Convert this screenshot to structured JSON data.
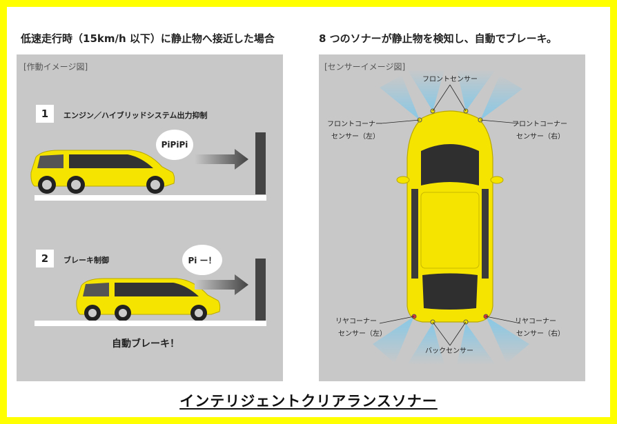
{
  "left": {
    "heading": "低速走行時（15km/h 以下）に静止物へ接近した場合",
    "panel_label": "[作動イメージ図]",
    "step1": {
      "number": "1",
      "label": "エンジン／ハイブリッドシステム出力抑制",
      "bubble": "PiPiPi"
    },
    "step2": {
      "number": "2",
      "label": "ブレーキ制御",
      "bubble": "Pi ー！"
    },
    "caption": "自動ブレーキ！"
  },
  "right": {
    "heading": "8 つのソナーが静止物を検知し、自動でブレーキ。",
    "panel_label": "[センサーイメージ図]",
    "sensors": {
      "front": "フロントセンサー",
      "front_corner_left_1": "フロントコーナー",
      "front_corner_left_2": "センサー（左）",
      "front_corner_right_1": "フロントコーナー",
      "front_corner_right_2": "センサー（右）",
      "rear_corner_left_1": "リヤコーナー",
      "rear_corner_left_2": "センサー（左）",
      "rear_corner_right_1": "リヤコーナー",
      "rear_corner_right_2": "センサー（右）",
      "back": "バックセンサー"
    }
  },
  "footer": "インテリジェントクリアランスソナー",
  "colors": {
    "border": "#ffff00",
    "panel": "#c8c8c8",
    "car_body": "#f5e400",
    "sensor_beam": "#7fc8ea"
  }
}
